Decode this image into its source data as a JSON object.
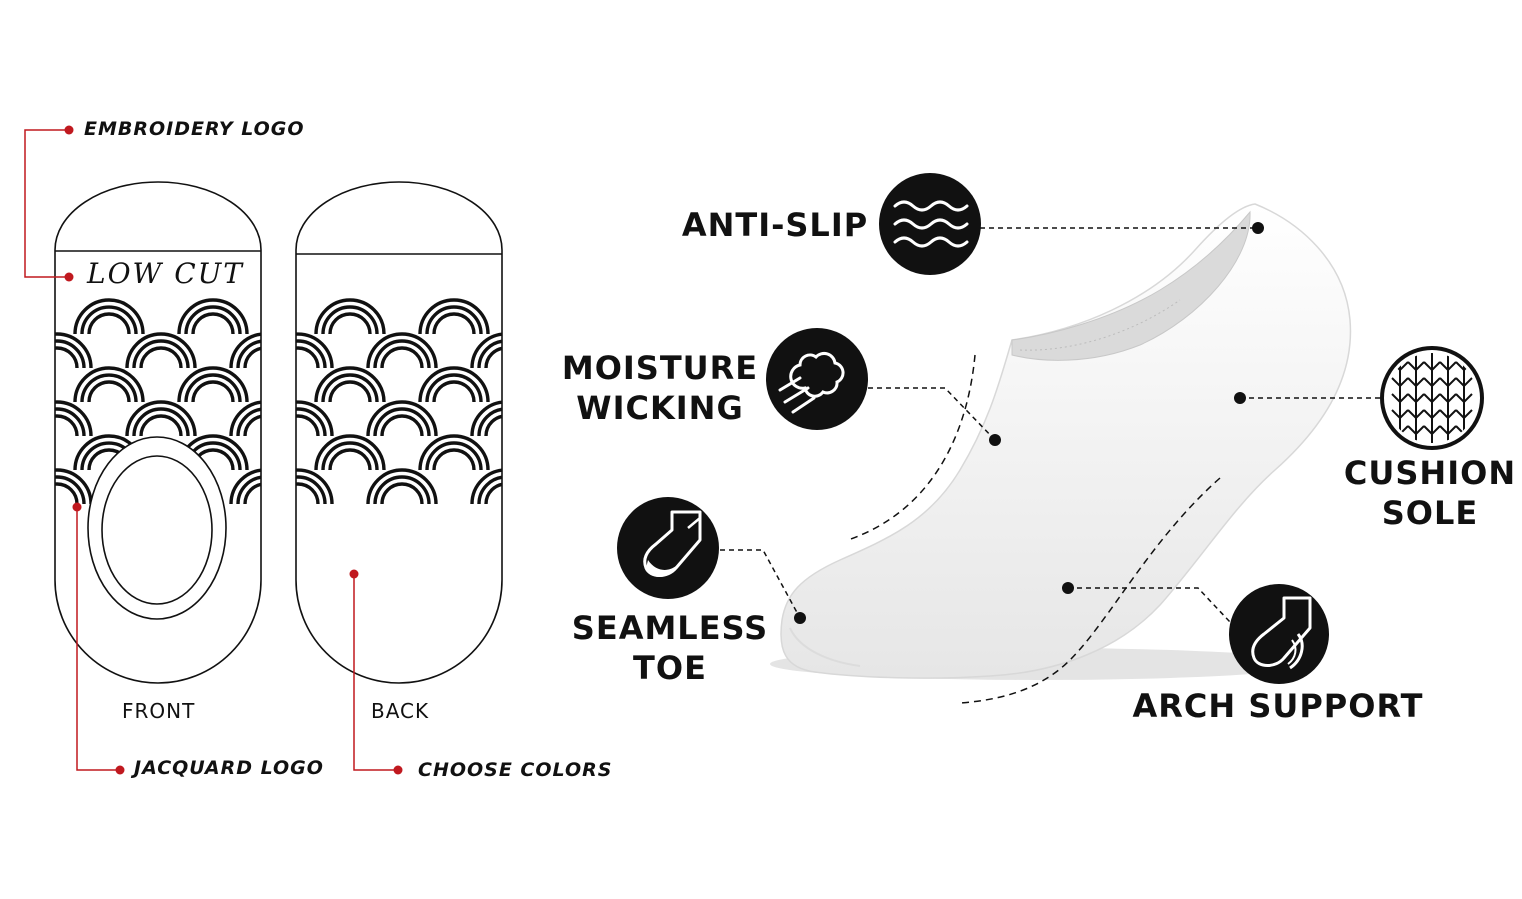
{
  "colors": {
    "accent": "#c0191f",
    "ink": "#111111",
    "sock": "#f6f6f6"
  },
  "callouts": {
    "embroidery": "EMBROIDERY LOGO",
    "jacquard": "JACQUARD LOGO",
    "choose_colors": "CHOOSE COLORS"
  },
  "sock_template": {
    "low_cut": "LOW CUT",
    "front_label": "FRONT",
    "back_label": "BACK"
  },
  "features": {
    "anti_slip": {
      "label": "ANTI-SLIP",
      "icon": "waves-icon"
    },
    "moisture": {
      "line1": "MOISTURE",
      "line2": "WICKING",
      "icon": "steam-cloud-icon"
    },
    "seamless": {
      "line1": "SEAMLESS",
      "line2": "TOE",
      "icon": "sock-toe-icon"
    },
    "cushion": {
      "line1": "CUSHION",
      "line2": "SOLE",
      "icon": "knit-pattern-icon"
    },
    "arch": {
      "label": "ARCH SUPPORT",
      "icon": "foot-arch-icon"
    }
  }
}
